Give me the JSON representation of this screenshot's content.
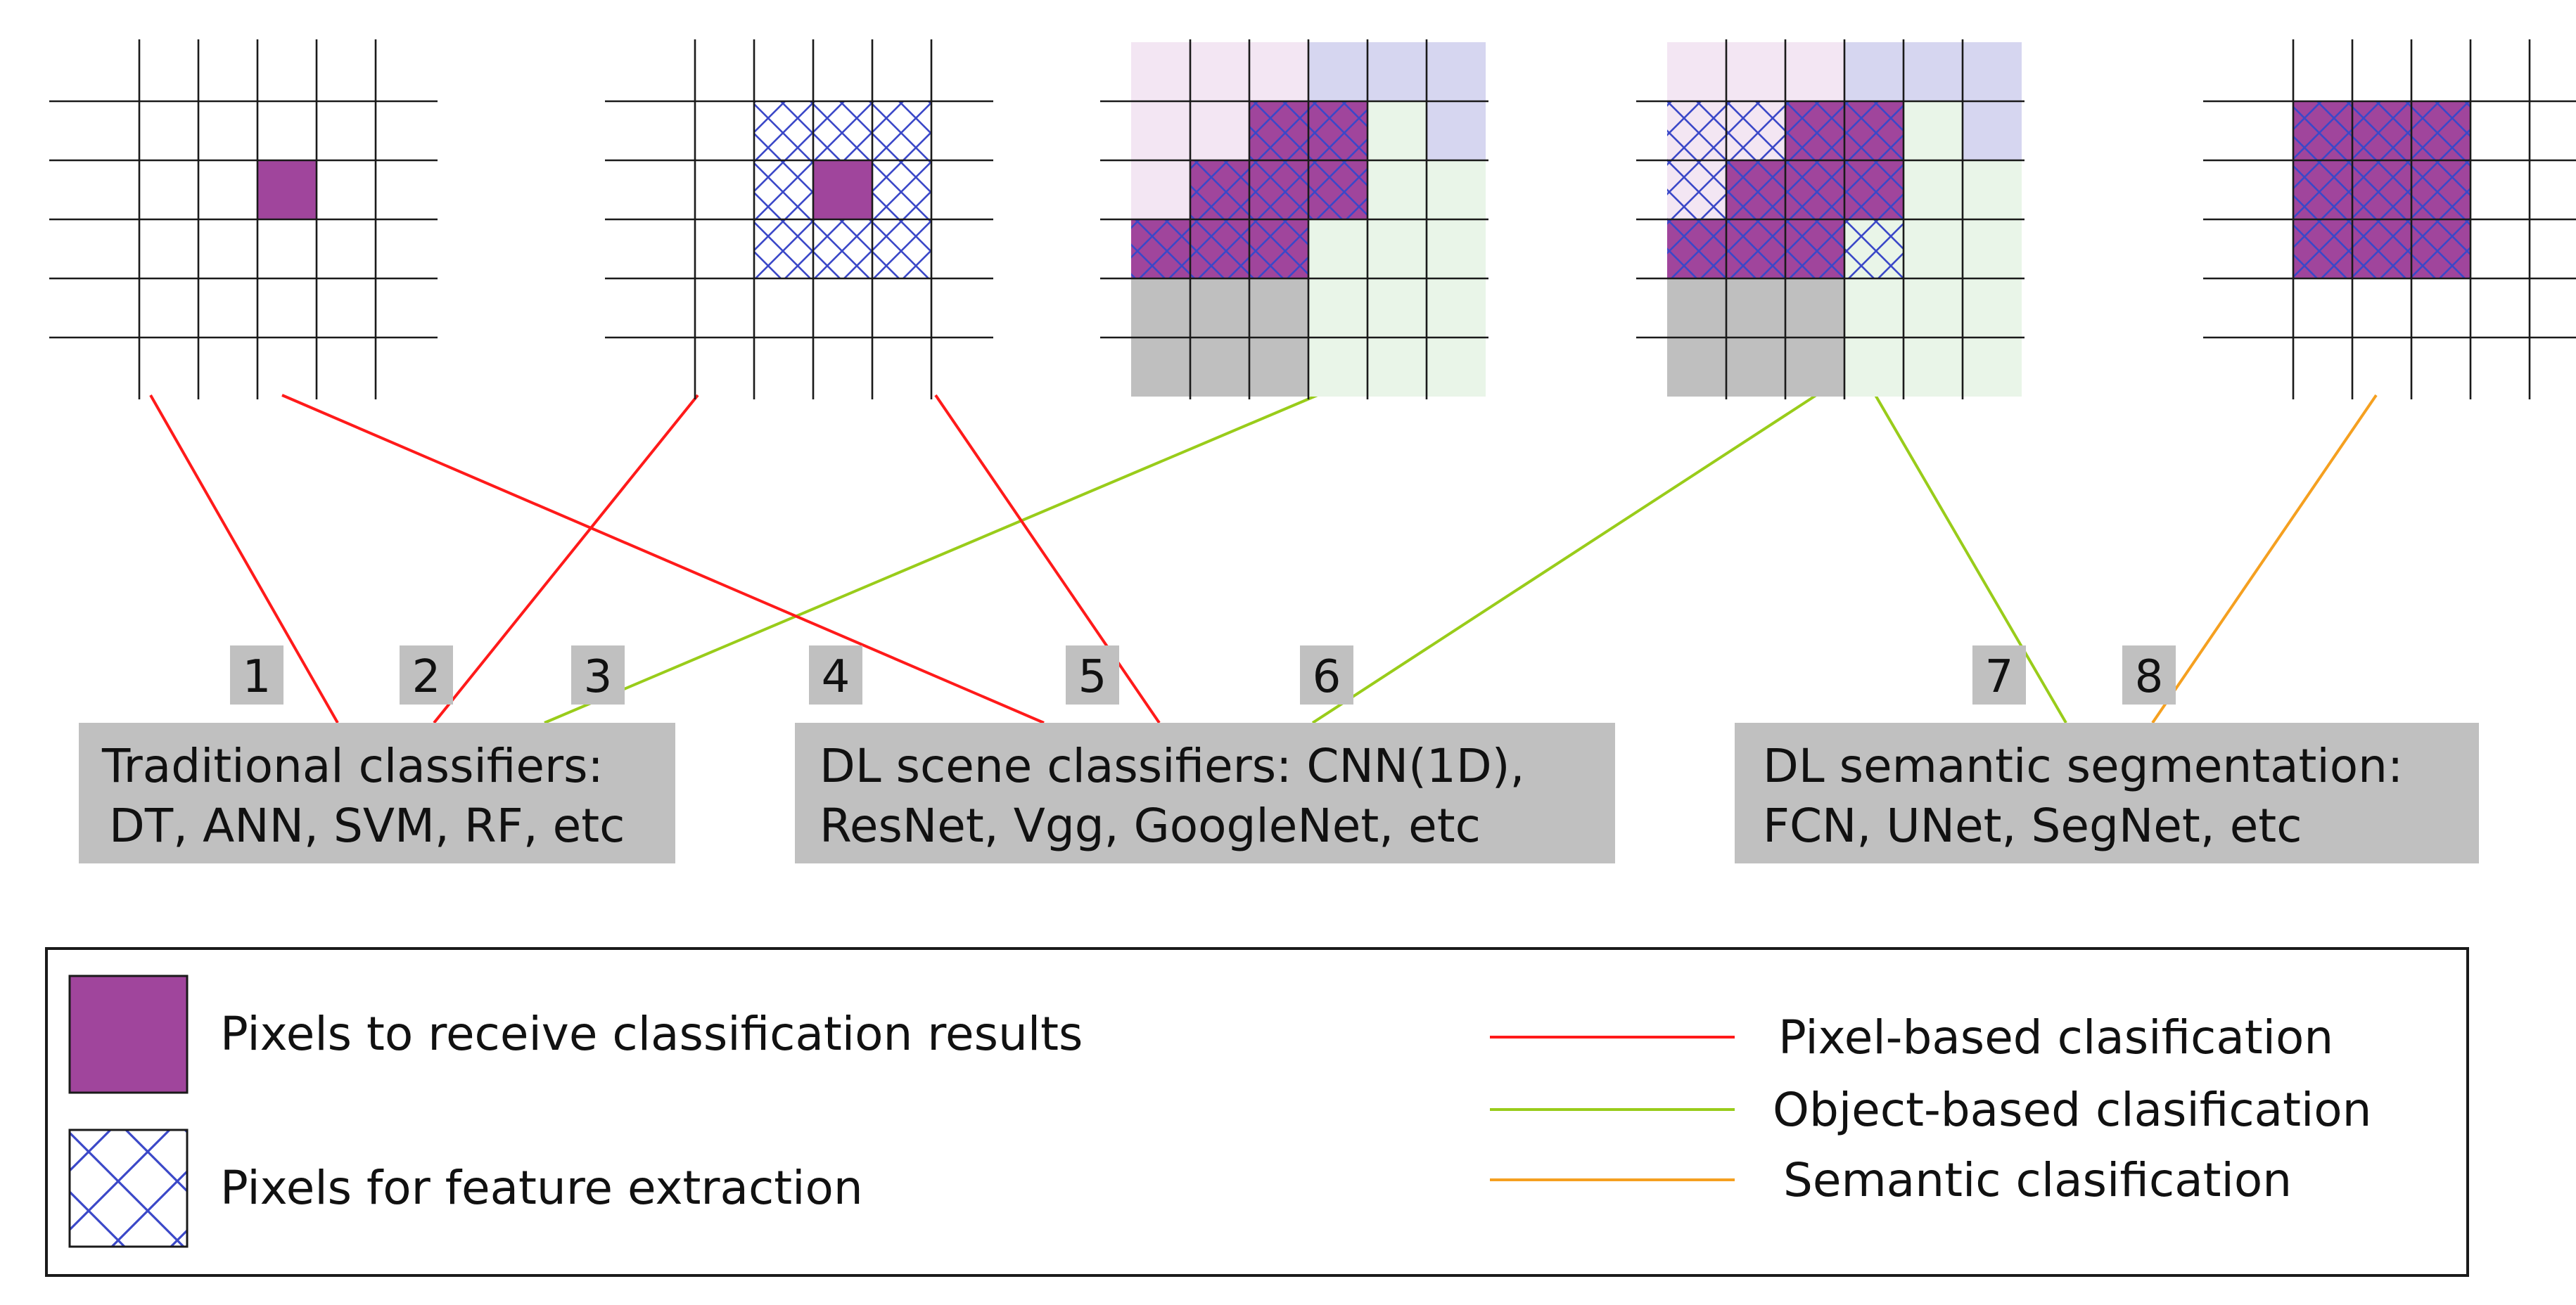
{
  "colors": {
    "grid_line": "#1a1a1a",
    "target_fill": "#a0459c",
    "hatch": "#3b48c8",
    "region_pink": "#f3e6f3",
    "region_lavender": "#d6d6f0",
    "region_green": "#e9f5e8",
    "region_gray": "#bfbfbf",
    "box_fill": "#c0c0c0",
    "pixel_line": "#ff1a1a",
    "object_line": "#99cc1a",
    "semantic_line": "#f5a020"
  },
  "grids": [
    {
      "id": "pixel-single",
      "cells": {
        "target": [
          [
            2,
            3
          ]
        ],
        "hatch": []
      }
    },
    {
      "id": "pixel-neighborhood",
      "cells": {
        "target": [
          [
            2,
            3
          ]
        ],
        "hatch": [
          [
            1,
            2
          ],
          [
            1,
            3
          ],
          [
            1,
            4
          ],
          [
            2,
            2
          ],
          [
            2,
            4
          ],
          [
            3,
            2
          ],
          [
            3,
            3
          ],
          [
            3,
            4
          ]
        ]
      }
    },
    {
      "id": "object-scene",
      "regions": {
        "pink": [
          [
            0,
            0
          ],
          [
            0,
            1
          ],
          [
            0,
            2
          ],
          [
            1,
            0
          ],
          [
            1,
            1
          ],
          [
            1,
            2
          ],
          [
            2,
            0
          ],
          [
            2,
            1
          ],
          [
            3,
            0
          ]
        ],
        "lavender": [
          [
            0,
            3
          ],
          [
            0,
            4
          ],
          [
            0,
            5
          ],
          [
            1,
            5
          ]
        ],
        "green": [
          [
            1,
            4
          ],
          [
            2,
            4
          ],
          [
            2,
            5
          ],
          [
            3,
            3
          ],
          [
            3,
            4
          ],
          [
            3,
            5
          ],
          [
            4,
            3
          ],
          [
            4,
            4
          ],
          [
            4,
            5
          ],
          [
            5,
            3
          ],
          [
            5,
            4
          ],
          [
            5,
            5
          ]
        ],
        "gray": [
          [
            4,
            0
          ],
          [
            4,
            1
          ],
          [
            4,
            2
          ],
          [
            5,
            0
          ],
          [
            5,
            1
          ],
          [
            5,
            2
          ]
        ]
      },
      "cells": {
        "target": [
          [
            1,
            2
          ],
          [
            1,
            3
          ],
          [
            2,
            1
          ],
          [
            2,
            2
          ],
          [
            2,
            3
          ],
          [
            3,
            0
          ],
          [
            3,
            1
          ],
          [
            3,
            2
          ]
        ],
        "hatch": [
          [
            1,
            2
          ],
          [
            1,
            3
          ],
          [
            2,
            1
          ],
          [
            2,
            2
          ],
          [
            2,
            3
          ],
          [
            3,
            0
          ],
          [
            3,
            1
          ],
          [
            3,
            2
          ]
        ]
      }
    },
    {
      "id": "object-mixed",
      "regions": {
        "pink": [
          [
            0,
            0
          ],
          [
            0,
            1
          ],
          [
            0,
            2
          ],
          [
            1,
            0
          ],
          [
            1,
            1
          ],
          [
            2,
            0
          ],
          [
            2,
            1
          ],
          [
            3,
            0
          ]
        ],
        "lavender": [
          [
            0,
            3
          ],
          [
            0,
            4
          ],
          [
            0,
            5
          ],
          [
            1,
            5
          ]
        ],
        "green": [
          [
            1,
            4
          ],
          [
            2,
            4
          ],
          [
            2,
            5
          ],
          [
            3,
            3
          ],
          [
            3,
            4
          ],
          [
            3,
            5
          ],
          [
            4,
            3
          ],
          [
            4,
            4
          ],
          [
            4,
            5
          ],
          [
            5,
            3
          ],
          [
            5,
            4
          ],
          [
            5,
            5
          ]
        ],
        "gray": [
          [
            4,
            0
          ],
          [
            4,
            1
          ],
          [
            4,
            2
          ],
          [
            5,
            0
          ],
          [
            5,
            1
          ],
          [
            5,
            2
          ]
        ]
      },
      "cells": {
        "target": [
          [
            1,
            2
          ],
          [
            1,
            3
          ],
          [
            2,
            1
          ],
          [
            2,
            2
          ],
          [
            2,
            3
          ],
          [
            3,
            0
          ],
          [
            3,
            1
          ],
          [
            3,
            2
          ]
        ],
        "hatch": [
          [
            1,
            0
          ],
          [
            1,
            1
          ],
          [
            1,
            2
          ],
          [
            1,
            3
          ],
          [
            2,
            0
          ],
          [
            2,
            1
          ],
          [
            2,
            2
          ],
          [
            2,
            3
          ],
          [
            3,
            0
          ],
          [
            3,
            1
          ],
          [
            3,
            2
          ],
          [
            3,
            3
          ]
        ]
      }
    },
    {
      "id": "semantic-block",
      "cells": {
        "target": [
          [
            1,
            1
          ],
          [
            1,
            2
          ],
          [
            1,
            3
          ],
          [
            2,
            1
          ],
          [
            2,
            2
          ],
          [
            2,
            3
          ],
          [
            3,
            1
          ],
          [
            3,
            2
          ],
          [
            3,
            3
          ]
        ],
        "hatch": [
          [
            1,
            1
          ],
          [
            1,
            2
          ],
          [
            1,
            3
          ],
          [
            2,
            1
          ],
          [
            2,
            2
          ],
          [
            2,
            3
          ],
          [
            3,
            1
          ],
          [
            3,
            2
          ],
          [
            3,
            3
          ]
        ]
      }
    }
  ],
  "badges": [
    "1",
    "2",
    "3",
    "4",
    "5",
    "6",
    "7",
    "8"
  ],
  "classifier_boxes": [
    {
      "id": "traditional",
      "line1": "Traditional classifiers:",
      "line2": "DT, ANN, SVM, RF, etc"
    },
    {
      "id": "dl-scene",
      "line1": "DL scene classifiers: CNN(1D),",
      "line2": "ResNet, Vgg, GoogleNet, etc"
    },
    {
      "id": "dl-semantic",
      "line1": "DL semantic segmentation:",
      "line2": "FCN, UNet, SegNet, etc"
    }
  ],
  "connections": [
    {
      "badge": "1",
      "from_grid": "pixel-single",
      "to_box": "traditional",
      "type": "pixel"
    },
    {
      "badge": "2",
      "from_grid": "pixel-neighborhood",
      "to_box": "traditional",
      "type": "pixel"
    },
    {
      "badge": "3",
      "from_grid": "object-scene",
      "to_box": "traditional",
      "type": "object"
    },
    {
      "badge": "4",
      "from_grid": "pixel-single",
      "to_box": "dl-scene",
      "type": "pixel"
    },
    {
      "badge": "5",
      "from_grid": "pixel-neighborhood",
      "to_box": "dl-scene",
      "type": "pixel"
    },
    {
      "badge": "6",
      "from_grid": "object-mixed",
      "to_box": "dl-scene",
      "type": "object"
    },
    {
      "badge": "7",
      "from_grid": "object-mixed",
      "to_box": "dl-semantic",
      "type": "object"
    },
    {
      "badge": "8",
      "from_grid": "semantic-block",
      "to_box": "dl-semantic",
      "type": "semantic"
    }
  ],
  "legend": {
    "swatch_items": [
      {
        "swatch": "target",
        "label": "Pixels to receive classification results"
      },
      {
        "swatch": "hatch",
        "label": "Pixels for feature extraction"
      }
    ],
    "line_items": [
      {
        "type": "pixel",
        "label": "Pixel-based clasification"
      },
      {
        "type": "object",
        "label": "Object-based clasification"
      },
      {
        "type": "semantic",
        "label": "Semantic clasification"
      }
    ]
  }
}
